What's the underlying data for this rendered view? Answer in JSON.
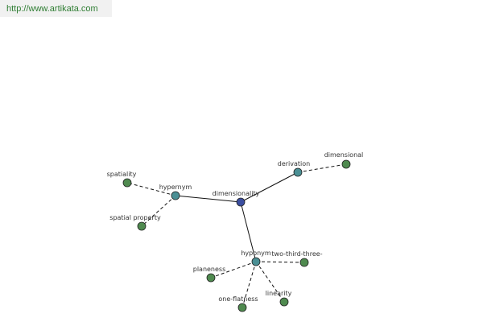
{
  "source": {
    "url": "http://www.artikata.com"
  },
  "graph": {
    "colors": {
      "center": "#3b4ea0",
      "relation": "#4a8f94",
      "leaf": "#4f8a4f",
      "stroke": "#222222",
      "edge": "#111111"
    },
    "nodes": [
      {
        "id": "dimensionality",
        "label": "dimensionality",
        "kind": "center"
      },
      {
        "id": "hypernym",
        "label": "hypernym",
        "kind": "relation"
      },
      {
        "id": "derivation",
        "label": "derivation",
        "kind": "relation"
      },
      {
        "id": "hyponym",
        "label": "hyponym",
        "kind": "relation"
      },
      {
        "id": "spatiality",
        "label": "spatiality",
        "kind": "leaf"
      },
      {
        "id": "spatial-property",
        "label": "spatial property",
        "kind": "leaf"
      },
      {
        "id": "dimensional",
        "label": "dimensional",
        "kind": "leaf"
      },
      {
        "id": "two-third-three",
        "label": "two-third-three-",
        "kind": "leaf"
      },
      {
        "id": "planeness",
        "label": "planeness",
        "kind": "leaf"
      },
      {
        "id": "one-flatness",
        "label": "one-flatness",
        "kind": "leaf"
      },
      {
        "id": "linearity",
        "label": "linearity",
        "kind": "leaf"
      }
    ],
    "edges": [
      {
        "from": "dimensionality",
        "to": "hypernym",
        "style": "solid"
      },
      {
        "from": "dimensionality",
        "to": "derivation",
        "style": "solid"
      },
      {
        "from": "dimensionality",
        "to": "hyponym",
        "style": "solid"
      },
      {
        "from": "hypernym",
        "to": "spatiality",
        "style": "dashed"
      },
      {
        "from": "hypernym",
        "to": "spatial-property",
        "style": "dashed"
      },
      {
        "from": "derivation",
        "to": "dimensional",
        "style": "dashed"
      },
      {
        "from": "hyponym",
        "to": "two-third-three",
        "style": "dashed"
      },
      {
        "from": "hyponym",
        "to": "planeness",
        "style": "dashed"
      },
      {
        "from": "hyponym",
        "to": "one-flatness",
        "style": "dashed"
      },
      {
        "from": "hyponym",
        "to": "linearity",
        "style": "dashed"
      }
    ]
  }
}
